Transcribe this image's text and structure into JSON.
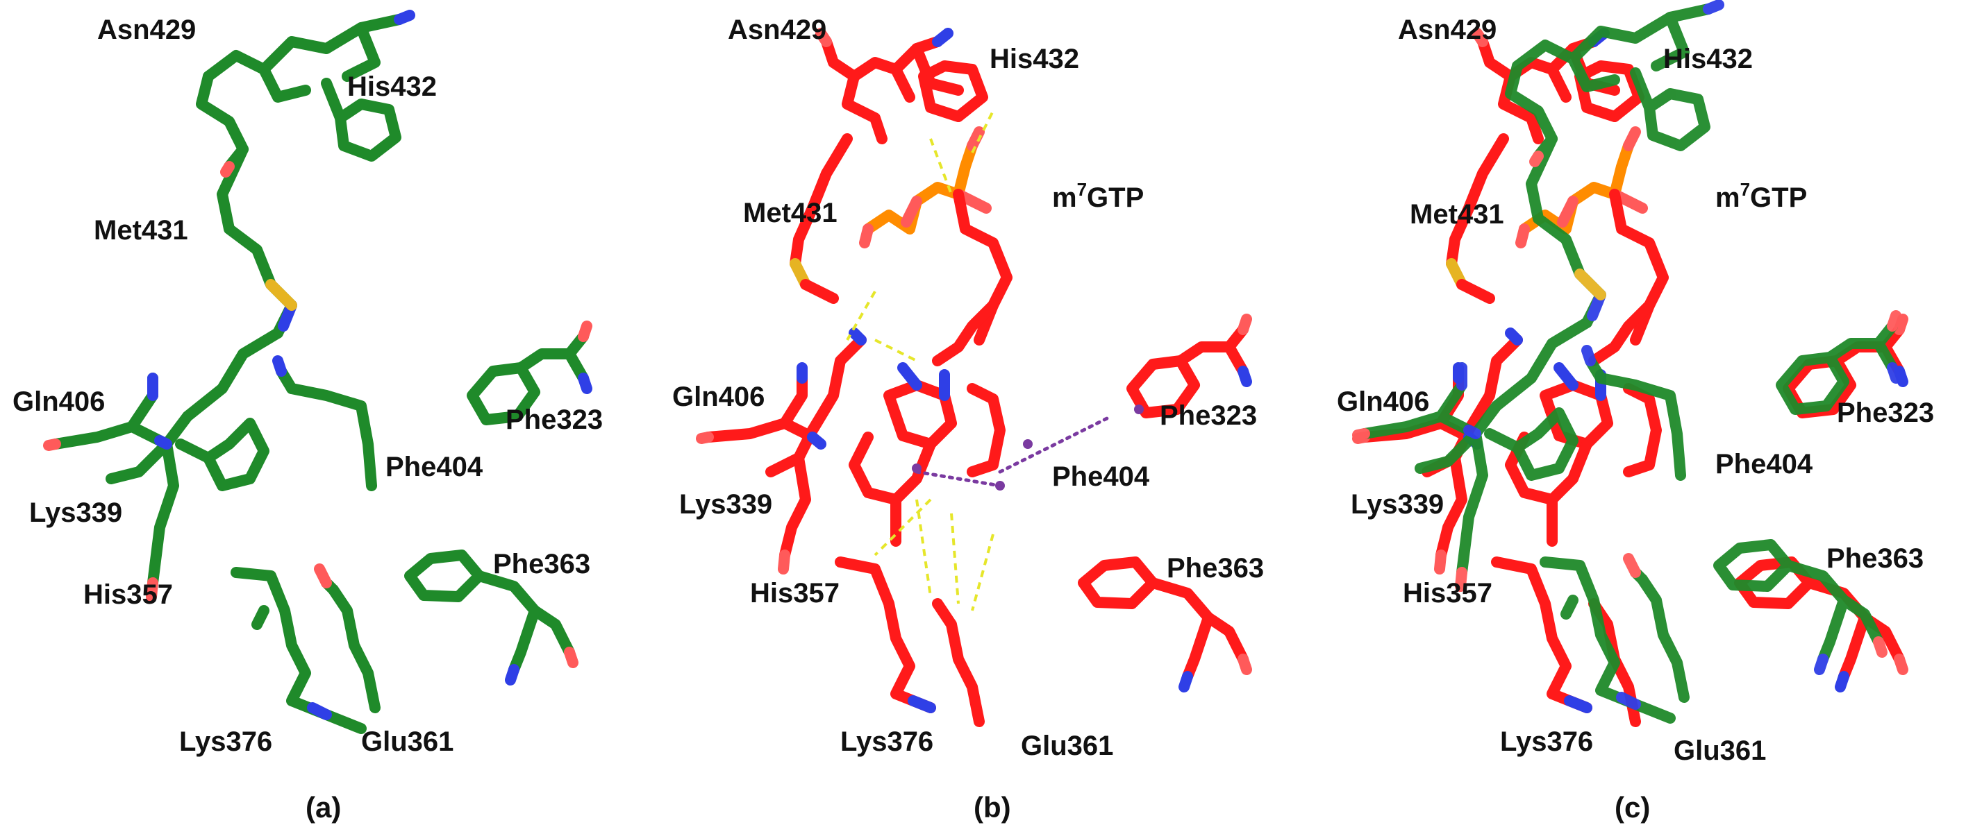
{
  "colors": {
    "carbon_apo": "#1f8a2a",
    "carbon_holo": "#ff1a1a",
    "nitrogen": "#2f3fe6",
    "oxygen": "#ff5a5a",
    "sulfur": "#e6b422",
    "phosphorus": "#ff8c00",
    "hbond": "#e6e62a",
    "pi_interaction": "#7a3aa0"
  },
  "panels": [
    {
      "caption": "(a)",
      "labels": {
        "asn429": "Asn429",
        "his432": "His432",
        "met431": "Met431",
        "gln406": "Gln406",
        "phe323": "Phe323",
        "phe404": "Phe404",
        "lys339": "Lys339",
        "his357": "His357",
        "phe363": "Phe363",
        "lys376": "Lys376",
        "glu361": "Glu361"
      }
    },
    {
      "caption": "(b)",
      "labels": {
        "asn429": "Asn429",
        "his432": "His432",
        "met431": "Met431",
        "ligand_prefix": "m",
        "ligand_sup": "7",
        "ligand_suffix": "GTP",
        "gln406": "Gln406",
        "phe323": "Phe323",
        "phe404": "Phe404",
        "lys339": "Lys339",
        "his357": "His357",
        "phe363": "Phe363",
        "lys376": "Lys376",
        "glu361": "Glu361"
      }
    },
    {
      "caption": "(c)",
      "labels": {
        "asn429": "Asn429",
        "his432": "His432",
        "met431": "Met431",
        "ligand_prefix": "m",
        "ligand_sup": "7",
        "ligand_suffix": "GTP",
        "gln406": "Gln406",
        "phe323": "Phe323",
        "phe404": "Phe404",
        "lys339": "Lys339",
        "his357": "His357",
        "phe363": "Phe363",
        "lys376": "Lys376",
        "glu361": "Glu361"
      }
    }
  ]
}
